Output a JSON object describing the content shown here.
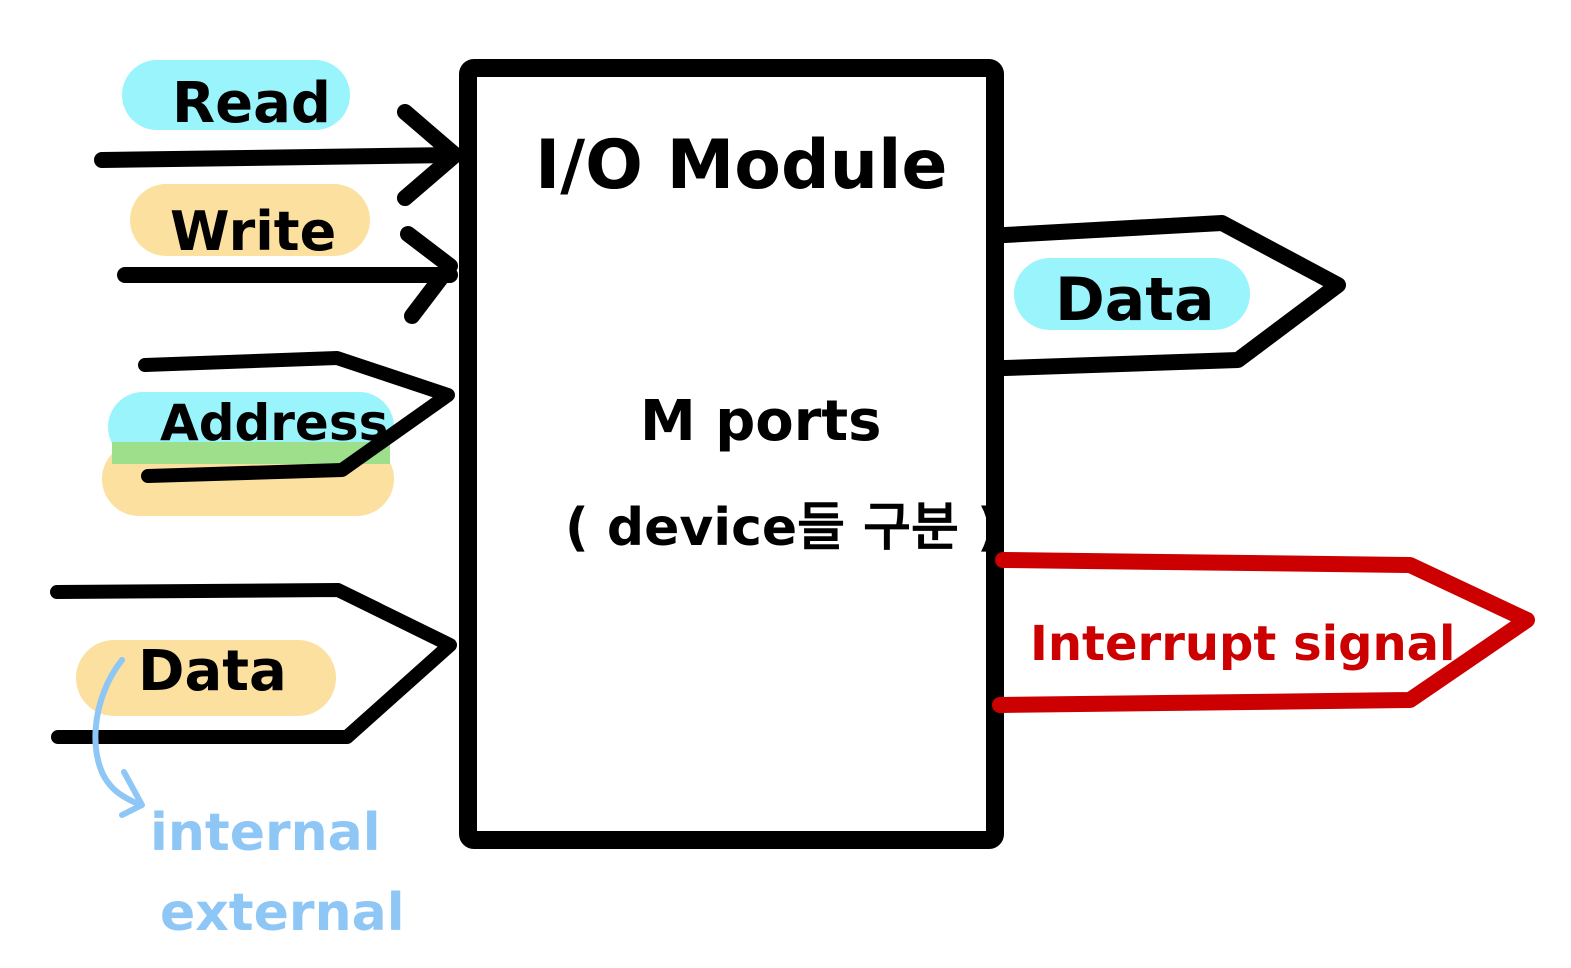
{
  "module": {
    "title": "I/O Module",
    "ports_line1": "M ports",
    "ports_line2": "( device들 구분 )"
  },
  "inputs": {
    "read_label": "Read",
    "write_label": "Write",
    "address_label": "Address",
    "data_label": "Data"
  },
  "outputs": {
    "data_label": "Data",
    "interrupt_label": "Interrupt signal"
  },
  "annotations": {
    "internal_label": "internal",
    "external_label": "external"
  },
  "colors": {
    "ink": "#000000",
    "red": "#cc0000",
    "highlight_cyan": "#99f5fb",
    "highlight_yellow": "#fbe0a0",
    "highlight_green": "#9edf8c",
    "note_blue": "#8ec6f5"
  }
}
